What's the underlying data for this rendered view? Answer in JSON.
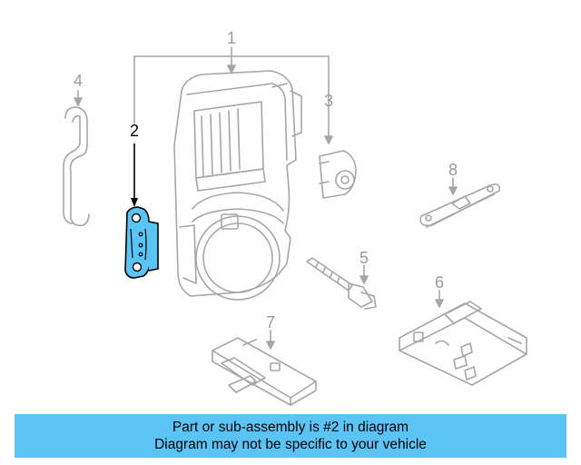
{
  "callouts": {
    "c1": "1",
    "c2": "2",
    "c3": "3",
    "c4": "4",
    "c5": "5",
    "c6": "6",
    "c7": "7",
    "c8": "8"
  },
  "highlight_color": "#5bc4f5",
  "banner": {
    "line1": "Part or sub-assembly is #2 in diagram",
    "line2": "Diagram may not be specific to your vehicle"
  }
}
